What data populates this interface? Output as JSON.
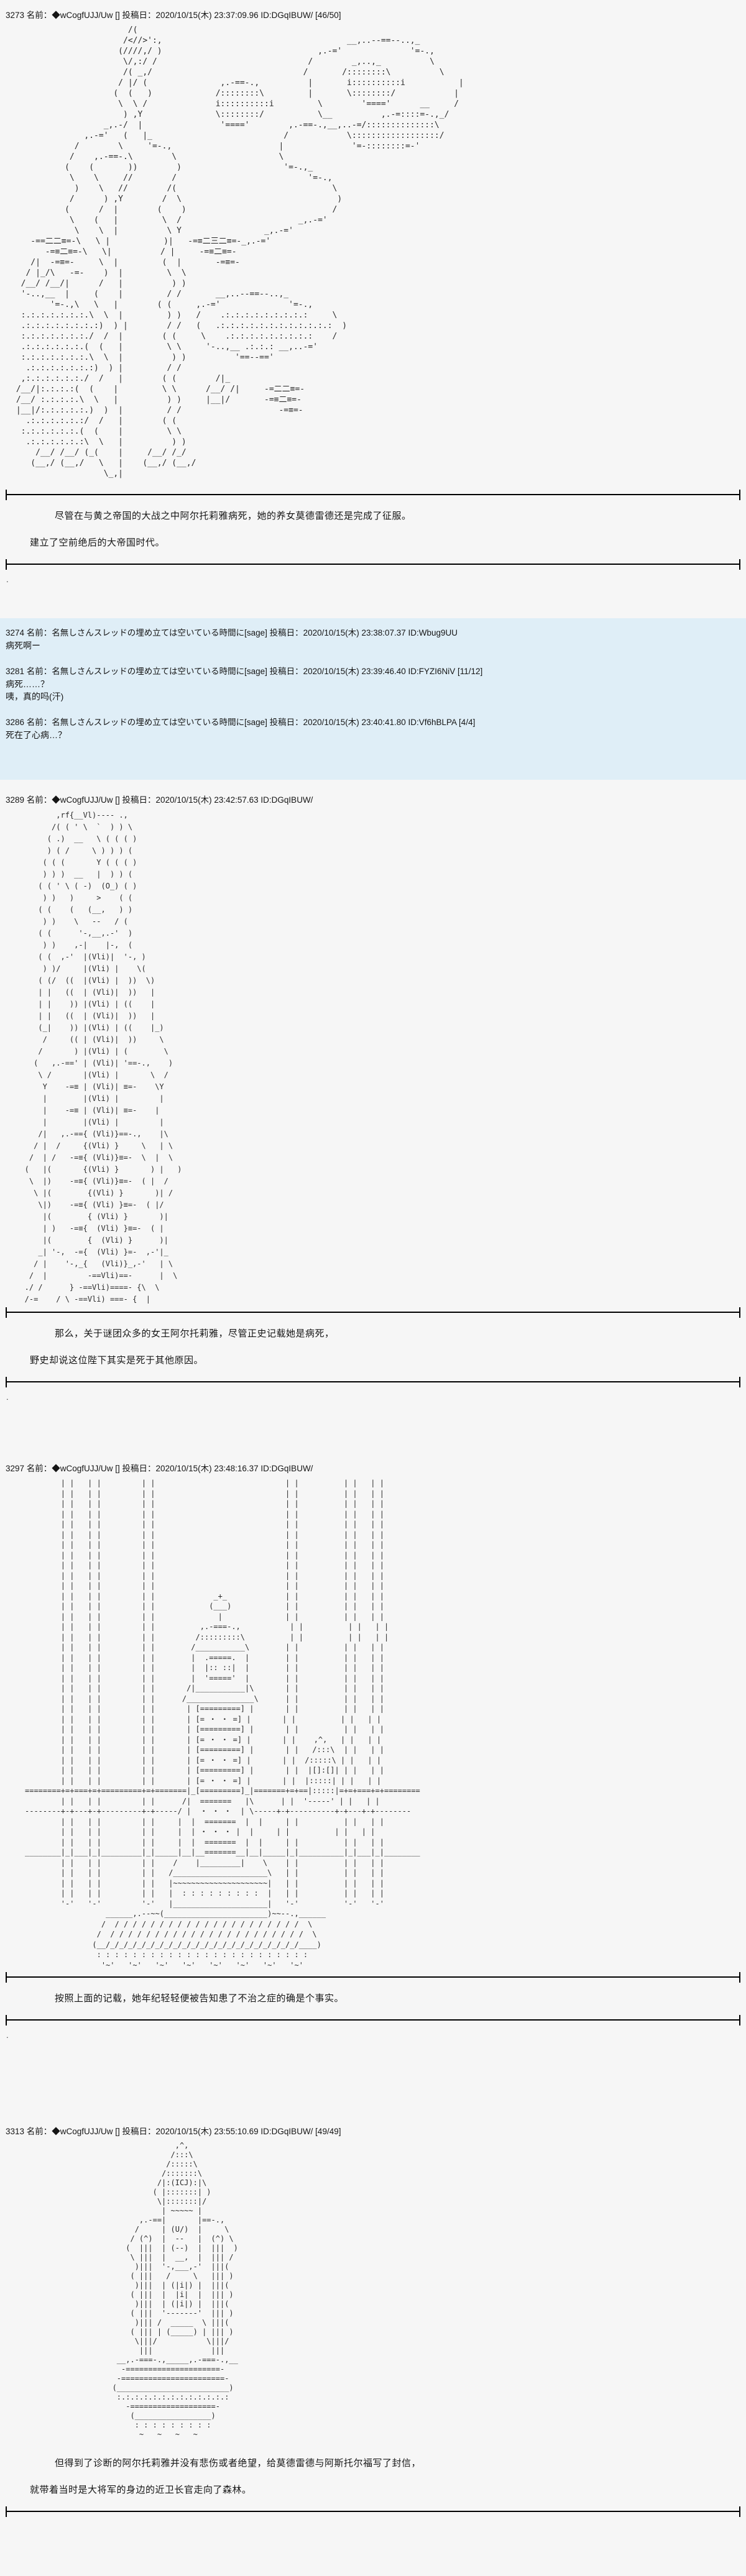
{
  "colors": {
    "highlight_bg": "#dfeef7",
    "page_bg": "#f6f6f6",
    "divider": "#000000"
  },
  "misc": {
    "dot": "."
  },
  "posts": {
    "p3273": {
      "header": "3273 名前：◆wCogfUJJ/Uw [] 投稿日：2020/10/15(木) 23:37:09.96 ID:DGqIBUW/ [46/50]",
      "aa": [
        "                        /(",
        "                       /<//>':,                                      __,..--==--..,_",
        "                      (////,/ )                                ,.-='              '=-.,",
        "                       \\/,:/ /                               /        _,..,_          \\",
        "                       /( _,/                               /       /::::::::\\          \\",
        "                      / |/ (               ,.-==-.,          |       i::::::::::i           |",
        "                     (  (   )             /::::::::\\         |       \\::::::::/            |",
        "                      \\  \\ /              i::::::::::i         \\        '===='      __     /",
        "                       ) ,Y               \\::::::::/           \\__          ,.-=::::=-.,_/",
        "                   _,.-/  |                '===='        ,.-==-.,__,..-=/::::::::::::::\\",
        "               ,.-='   (   |_                           /            \\::::::::::::::::::/",
        "             /        \\     '=-.,                      |              '=-::::::::=-'",
        "            /    ,.-==-.\\        \\                     \\",
        "           (    (       ))        )                     '=-.,_",
        "            \\    \\     //        /                           '=-.,",
        "             )    \\   //        /(                                \\",
        "            /      ) ,Y        /  \\                                )",
        "           (      /  |        (    )                              /",
        "            \\    (   |         \\  /                        _,.-='",
        "             \\    \\  |          \\ Y                 _,.-='",
        "    -==二二≡=-\\   \\ |           )|   -=≡二三二≡=-_,.-='",
        "       -=≡二≡=-\\   \\|          / |     -=≡二≡=-",
        "    /|  -=≡=-     \\  |         (  |       -=≡=-",
        "   / |_/\\   -=-    )  |         \\  \\",
        "  /__/ /__/|      /   |          ) )",
        "  '-..,__  |     (    |         / /       __,..--==--..,_",
        "        '=-.,\\   \\   |        ( (     ,.-='              '=-.,",
        "  :.:.:.:.:.:.:.\\  \\  |         ) )   /    .:.:.:.:.:.:.:.:.:     \\",
        "  .:.:.:.:.:.:.:.:)  ) |        / /   (   .:.:.:.:.:.:.:.:.:.:.:.:  )",
        "  :.:.:.:.:.:.:./  /  |        ( (     \\    .:.:.:.:.:.:.:.:.:    /",
        "  .:.:.:.:.:.:.(  (   |         \\ \\     '-..,__ .:.:.: __,..-='",
        "  :.:.:.:.:.:.:.\\  \\  |          ) )          '==--=='",
        "   .:.:.:.:.:.:.:)  ) |         / /",
        "  ,:.:.:.:.:.:./  /   |        ( (        /|_",
        " /__/|:.:.:.:(  (    |         \\ \\      /__/ /|     -=二二≡=-",
        " /__/ :.:.:.:.\\  \\   |          ) )     |__|/       -=≡二≡=-",
        " |__|/:.:.:.:.:.)  )  |         / /                    -=≡=-",
        "   .:.:.:.:.:.:/  /   |        ( (",
        "  :.:.:.:.:.:.(  (    |         \\ \\",
        "   .:.:.:.:.:.:\\  \\   |          ) )",
        "     /__/ /__/ (_(    |     /__/ /_/",
        "    (__,/ (__,/   \\   |    (__,/ (__,/",
        "                   \\_,|"
      ],
      "text": [
        "尽管在与黄之帝国的大战之中阿尔托莉雅病死，她的养女莫德雷德还是完成了征服。",
        "建立了空前绝后的大帝国时代。"
      ]
    },
    "r3274": {
      "header": "3274 名前：名無しさんスレッドの埋め立ては空いている時間に[sage] 投稿日：2020/10/15(木) 23:38:07.37 ID:Wbug9UU",
      "body": [
        "病死啊ー"
      ]
    },
    "r3281": {
      "header": "3281 名前：名無しさんスレッドの埋め立ては空いている時間に[sage] 投稿日：2020/10/15(木) 23:39:46.40 ID:FYZI6NiV [11/12]",
      "body": [
        "病死……？",
        "咦，真的吗(汗)"
      ]
    },
    "r3286": {
      "header": "3286 名前：名無しさんスレッドの埋め立ては空いている時間に[sage] 投稿日：2020/10/15(木) 23:40:41.80 ID:Vf6hBLPA [4/4]",
      "body": [
        "死在了心病…？"
      ]
    },
    "p3289": {
      "header": "3289 名前：◆wCogfUJJ/Uw [] 投稿日：2020/10/15(木) 23:42:57.63 ID:DGqIBUW/",
      "aa": [
        "          ,rf{__Vl)---- .,",
        "         /( ( ' \\  `  ) ) \\",
        "        ( .)  __   \\ ( ( ( )",
        "        ) ( /     \\ ) ) ) (",
        "       ( ( (       Y ( ( ( )",
        "       ) ) )  __   |  ) ) (",
        "      ( ( ' \\ ( -)  (O_) ( )",
        "       ) )   )     >    ( (",
        "      ( (    (   (__,   ) )",
        "       ) )    \\   --   / (",
        "      ( (      '-,__,.-'  )",
        "       ) )    ,-|    |-,  (",
        "      ( (  ,-'  |(Vli)|  '-, )",
        "       ) )/     |(Vli) |    \\(",
        "      ( (/  ((  |(Vli) |  ))  \\)",
        "      | |   ((  | (Vli)|  ))   |",
        "      | |    )) |(Vli) | ((    |",
        "      | |   ((  | (Vli)|  ))   |",
        "      (_|    )) |(Vli) | ((    |_)",
        "       /     (( | (Vli)|  ))     \\",
        "      /       ) |(Vli) | (        \\",
        "     (   ,.-==' | (Vli)| '==-.,    )",
        "      \\ /       |(Vli) |       \\  /",
        "       Y    -=≡ | (Vli)| ≡=-    \\Y",
        "       |        |(Vli) |         |",
        "       |    -=≡ | (Vli)| ≡=-    |",
        "       |        |(Vli) |         |",
        "      /|   ,.-=={ (Vli)}==-.,    |\\",
        "     / |  /     {(Vli) }     \\   | \\",
        "    /  | /   -=≡{ (Vli)}≡=-  \\  |  \\",
        "   (   |(       {(Vli) }       ) |   )",
        "    \\  |)    -=≡{ (Vli)}≡=-  ( |  /",
        "     \\ |(        {(Vli) }       )| /",
        "      \\|)    -=≡{ (Vli) }≡=-  ( |/",
        "       |(        { (Vli) }       )|",
        "       | )   -=≡{  (Vli) }≡=-  ( |",
        "       |(        {  (Vli) }      )|",
        "      _| '-,  -={  (Vli) }=-  ,-'|_",
        "     / |    '-,_{   (Vli)}_,-'   | \\",
        "    /  |         -==Vli)==-      |  \\",
        "   ./ /      } -==Vli)====- {\\  \\",
        "   /-=    / \\ -==Vli) ===- {  |"
      ],
      "text": [
        "那么，关于谜团众多的女王阿尔托莉雅，尽管正史记载她是病死，",
        "野史却说这位陛下其实是死于其他原因。"
      ]
    },
    "p3297": {
      "header": "3297 名前：◆wCogfUJJ/Uw [] 投稿日：2020/10/15(木) 23:48:16.37 ID:DGqIBUW/",
      "aa": [
        "        | |   | |         | |                             | |          | |   | |",
        "        | |   | |         | |                             | |          | |   | |",
        "        | |   | |         | |                             | |          | |   | |",
        "        | |   | |         | |                             | |          | |   | |",
        "        | |   | |         | |                             | |          | |   | |",
        "        | |   | |         | |                             | |          | |   | |",
        "        | |   | |         | |                             | |          | |   | |",
        "        | |   | |         | |                             | |          | |   | |",
        "        | |   | |         | |                             | |          | |   | |",
        "        | |   | |         | |                             | |          | |   | |",
        "        | |   | |         | |                             | |          | |   | |",
        "        | |   | |         | |             _+_             | |          | |   | |",
        "        | |   | |         | |            (___)            | |          | |   | |",
        "        | |   | |         | |              |              | |          | |   | |",
        "        | |   | |         | |          ,.-===-.,           | |          | |   | |",
        "        | |   | |         | |         /:::::::::\\          | |          | |   | |",
        "        | |   | |         | |        /___________\\        | |          | |   | |",
        "        | |   | |         | |        |  .=====.  |        | |          | |   | |",
        "        | |   | |         | |        |  |:: ::|  |        | |          | |   | |",
        "        | |   | |         | |        |  '====='  |        | |          | |   | |",
        "        | |   | |         | |       /|___________|\\       | |          | |   | |",
        "        | |   | |         | |      /_______________\\      | |          | |   | |",
        "        | |   | |         | |       | [=========] |       | |          | |   | |",
        "        | |   | |         | |       | [= ・ ・ =] |       | |          | |   | |",
        "        | |   | |         | |       | [=========] |       | |          | |   | |",
        "        | |   | |         | |       | [= ・ ・ =] |       | |    ,^,   | |   | |",
        "        | |   | |         | |       | [=========] |       | |   /:::\\  | |   | |",
        "        | |   | |         | |       | [= ・ ・ =] |       | |  /:::::\\ | |   | |",
        "        | |   | |         | |       | [=========] |       | |  |[]:[]| | |   | |",
        "        | |   | |         | |       | [= ・ ・ =] |       | |  |:::::| | |   | |",
        "========+=+===+=+=========+=+=======|_[=========]_|=======+=+==|:::::|=+=+===+=+========",
        "        | |   | |         | |      /|  =======   |\\      | |  '-----' | |   | |",
        "--------+-+---+-+---------+-+-----/ |  ・ ・ ・  | \\-----+-+----------+-+---+-+--------",
        "        | |   | |         | |     |  |  =======  |  |     | |          | |   | |",
        "        | |   | |         | |     |  | ・ ・ ・ |  |     | |          | |   | |",
        "        | |   | |         | |     |  |  =======  |  |     | |          | |   | |",
        "________|_|___|_|_________|_|_____|__|__=======__|__|_____|_|__________|_|___|_|________",
        "        | |   | |         | |    /    |_________|    \\    | |          | |   | |",
        "        | |   | |         | |   /_____________________\\   | |          | |   | |",
        "        | |   | |         | |   |~~~~~~~~~~~~~~~~~~~~~|   | |          | |   | |",
        "        | |   | |         | |   |  : : : : : : : : :  |   | |          | |   | |",
        "        '-'   '-'         '-'   |_____________________|   '-'          '-'   '-'",
        "                  ______,.--~~(_______________________)~~--.,______",
        "                 /  / / / / / / / / / / / / / / / / / / / / /  \\",
        "                /  / / / / / / / / / / / / / / / / / / / / / /  \\",
        "               (__/_/_/_/_/_/_/_/_/_/_/_/_/_/_/_/_/_/_/_/_/_/____)",
        "                : : : : : : : : : : : : : : : : : : : : : : : :",
        "                 '~'   '~'   '~'   '~'   '~'   '~'   '~'   '~'"
      ],
      "text": [
        "按照上面的记载，她年纪轻轻便被告知患了不治之症的确是个事实。"
      ]
    },
    "p3313": {
      "header": "3313 名前：◆wCogfUJJ/Uw [] 投稿日：2020/10/15(木) 23:55:10.69 ID:DGqIBUW/ [49/49]",
      "aa": [
        "                     ,^,",
        "                    /:::\\",
        "                   /:::::\\",
        "                  /:::::::\\",
        "                 /|:(ICJ):|\\",
        "                ( |:::::::| )",
        "                 \\|:::::::|/",
        "                  | ~~~~~ |",
        "             ,.-==|       |==-.,",
        "            /     | (U/)  |     \\",
        "           / (^)  |  --   |  (^) \\",
        "          (  |||  | (--)  |  |||  )",
        "           \\ |||  |  __,  |  ||| /",
        "            )|||  '-,___,-'  |||(",
        "           ( |||   /     \\   ||| )",
        "            )|||  | (|i|) |  |||(",
        "           ( |||  |  |i|  |  ||| )",
        "            )|||  | (|i|) |  |||(",
        "           ( |||  '-------'  ||| )",
        "            )||| /  _____  \\ |||(",
        "           ( ||| | (_____) | ||| )",
        "            \\|||/           \\|||/",
        "             |||             |||",
        "        __,.-===-.,_____,.-===-.,__",
        "         -=====================-",
        "        -=======================-",
        "       (_________________________)",
        "        :.:.:.:.:.:.:.:.:.:.:.:.:",
        "          -===================-",
        "           (_________________)",
        "            : : : : : : : : :",
        "             ~   ~   ~   ~",
        ""
      ],
      "text": [
        "但得到了诊断的阿尔托莉雅并没有悲伤或者绝望，给莫德雷德与阿斯托尔福写了封信，",
        "就带着当时是大将军的身边的近卫长官走向了森林。"
      ]
    }
  }
}
